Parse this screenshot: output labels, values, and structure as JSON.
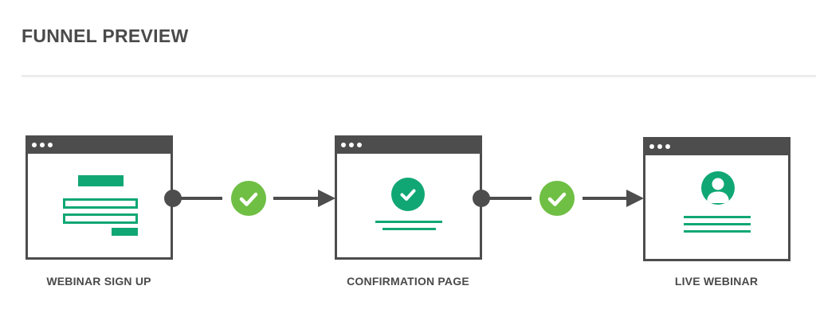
{
  "header": {
    "title": "FUNNEL PREVIEW"
  },
  "steps": [
    {
      "label": "WEBINAR SIGN UP",
      "icon": "form-page-icon"
    },
    {
      "label": "CONFIRMATION PAGE",
      "icon": "check-icon"
    },
    {
      "label": "LIVE WEBINAR",
      "icon": "person-icon"
    }
  ],
  "connectors": [
    {
      "status": "complete",
      "icon": "check-icon"
    },
    {
      "status": "complete",
      "icon": "check-icon"
    }
  ],
  "colors": {
    "accent": "#10a774",
    "check": "#6fbf44",
    "frame": "#4d4d4d",
    "text": "#4a4a4a"
  }
}
